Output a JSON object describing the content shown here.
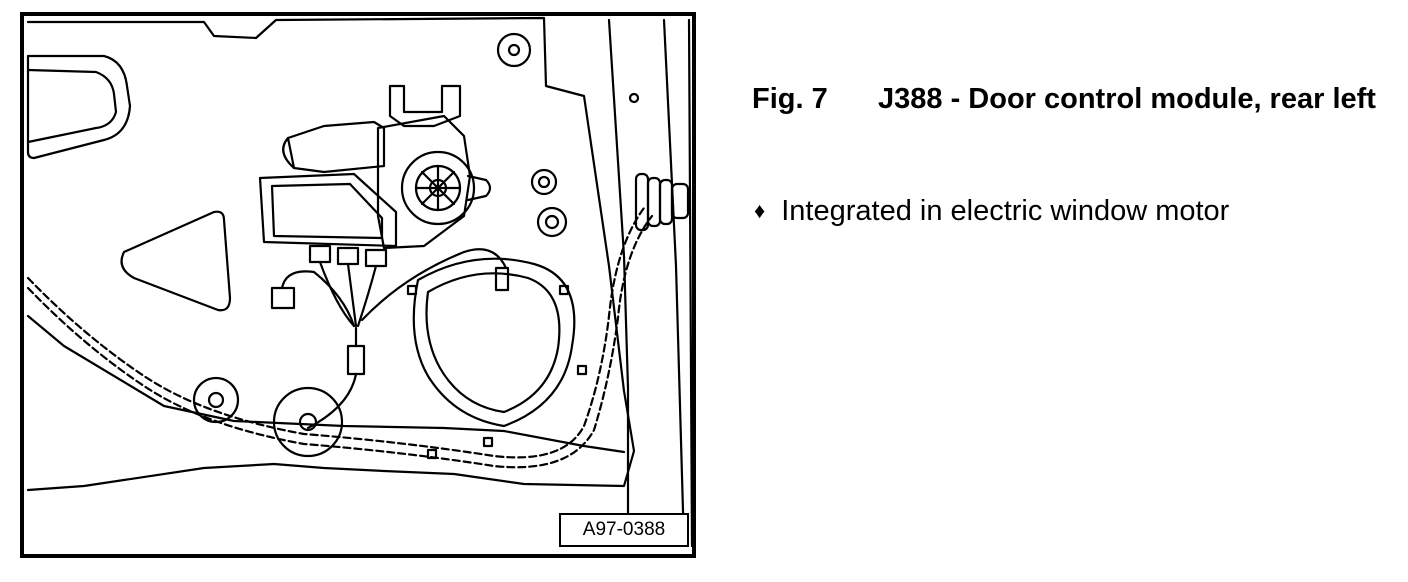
{
  "figure": {
    "reference_code": "A97-0388"
  },
  "caption": {
    "figure_number": "Fig. 7",
    "title": "J388 - Door control module, rear left"
  },
  "notes": [
    {
      "bullet_icon": "diamond-bullet-icon",
      "text": "Integrated in electric window motor"
    }
  ]
}
